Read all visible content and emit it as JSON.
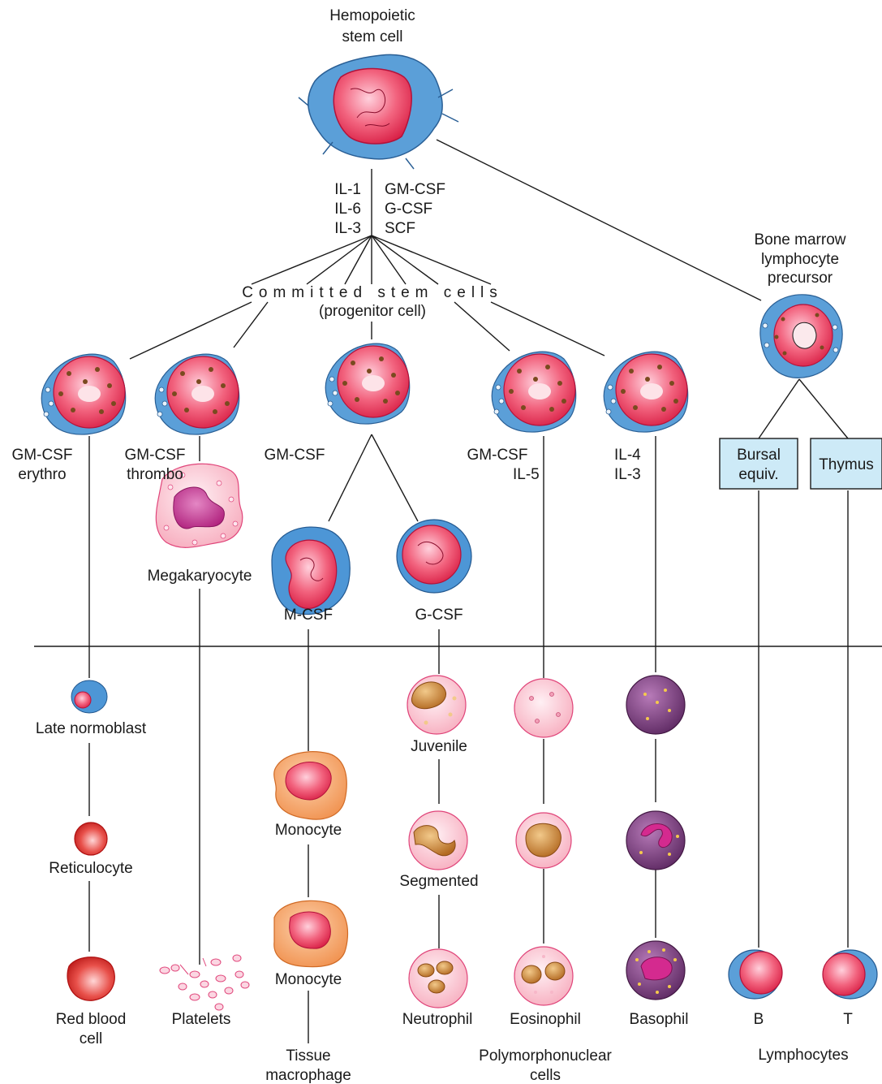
{
  "stem_cell": {
    "line1": "Hemopoietic",
    "line2": "stem cell"
  },
  "cytokines_left": [
    "IL-1",
    "IL-6",
    "IL-3"
  ],
  "cytokines_right": [
    "GM-CSF",
    "G-CSF",
    "SCF"
  ],
  "committed": {
    "line1": "Committed stem cells",
    "line2": "(progenitor cell)"
  },
  "lymph_precursor": [
    "Bone marrow",
    "lymphocyte",
    "precursor"
  ],
  "factors": {
    "erythro": [
      "GM-CSF",
      "erythro"
    ],
    "thrombo": [
      "GM-CSF",
      "thrombo"
    ],
    "myelo": "GM-CSF",
    "eos": [
      "GM-CSF",
      "IL-5"
    ],
    "baso": [
      "IL-4",
      "IL-3"
    ],
    "mcsf": "M-CSF",
    "gcsf": "G-CSF"
  },
  "organs": {
    "bursal": [
      "Bursal",
      "equiv."
    ],
    "thymus": "Thymus"
  },
  "cells": {
    "megakaryocyte": "Megakaryocyte",
    "late_normoblast": "Late normoblast",
    "reticulocyte": "Reticulocyte",
    "red_blood_cell": [
      "Red blood",
      "cell"
    ],
    "platelets": "Platelets",
    "monocyte1": "Monocyte",
    "monocyte2": "Monocyte",
    "tissue_macrophage": [
      "Tissue",
      "macrophage"
    ],
    "juvenile": "Juvenile",
    "segmented": "Segmented",
    "neutrophil": "Neutrophil",
    "eosinophil": "Eosinophil",
    "basophil": "Basophil",
    "b": "B",
    "t": "T"
  },
  "groups": {
    "polymorphonuclear": [
      "Polymorphonuclear",
      "cells"
    ],
    "lymphocytes": "Lymphocytes"
  }
}
